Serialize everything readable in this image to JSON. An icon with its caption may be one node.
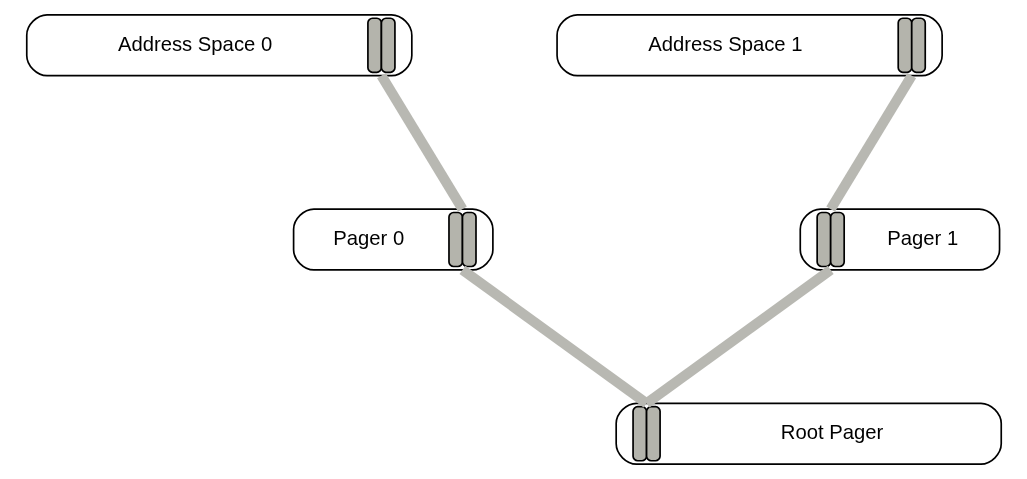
{
  "diagram": {
    "nodes": [
      {
        "text": [
          "Address Space 0"
        ]
      },
      {
        "text": [
          "Address Space 1"
        ]
      },
      {
        "text": [
          "Pager 0"
        ]
      },
      {
        "text": [
          "Pager 1"
        ]
      },
      {
        "text": [
          "Root Pager"
        ]
      }
    ],
    "edges": [
      {
        "from": 0,
        "to": 2,
        "arrow": "none"
      },
      {
        "from": 1,
        "to": 3,
        "arrow": "none"
      },
      {
        "from": 2,
        "to": 4,
        "arrow": "none"
      },
      {
        "from": 3,
        "to": 4,
        "arrow": "none"
      }
    ]
  }
}
